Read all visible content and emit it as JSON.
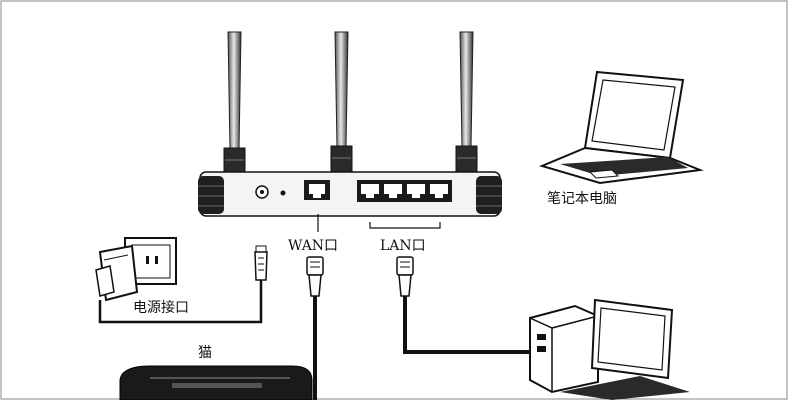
{
  "labels": {
    "laptop": "笔记本电脑",
    "wan_port": "WAN口",
    "lan_port": "LAN口",
    "power_port": "电源接口",
    "modem": "猫"
  },
  "devices": [
    "router",
    "laptop",
    "desktop-computer",
    "modem",
    "power-adapter"
  ],
  "colors": {
    "line": "#111111",
    "fill": "#ffffff",
    "dark": "#1a1a1a"
  }
}
